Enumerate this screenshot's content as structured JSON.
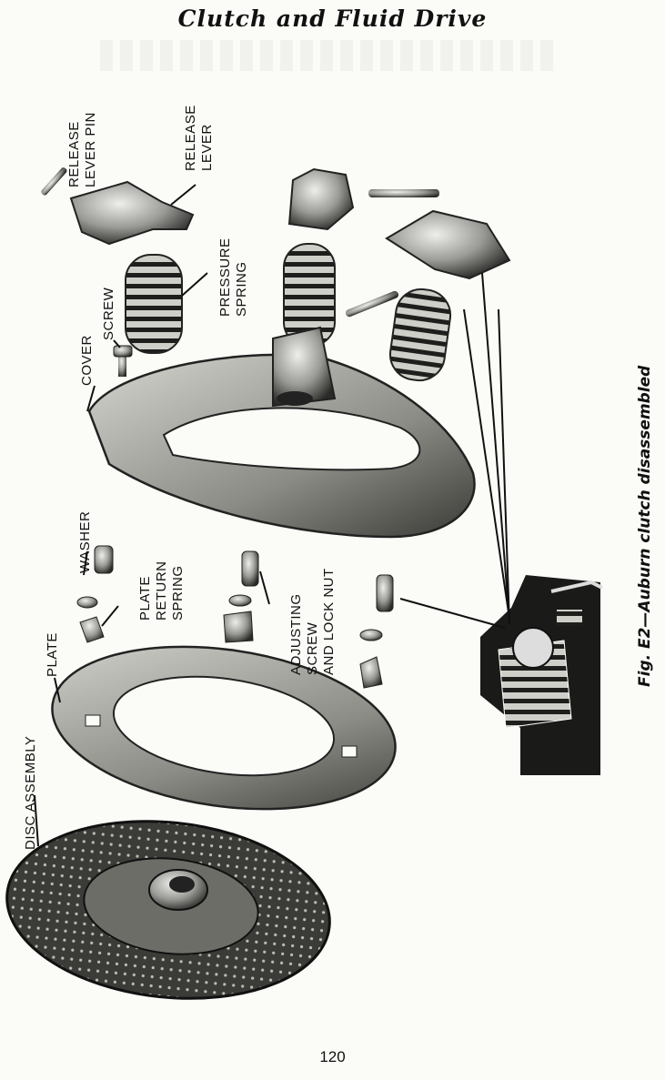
{
  "page": {
    "header": "Clutch and Fluid Drive",
    "page_number": "120"
  },
  "figure": {
    "caption": "Fig. E2—Auburn clutch disassembled",
    "labels": {
      "release_lever_pin": [
        "RELEASE",
        "LEVER PIN"
      ],
      "release_lever": [
        "RELEASE",
        "LEVER"
      ],
      "pressure_spring": [
        "PRESSURE",
        "SPRING"
      ],
      "screw": "SCREW",
      "cover": "COVER",
      "washer": "WASHER",
      "plate_return_spring": [
        "PLATE",
        "RETURN",
        "SPRING"
      ],
      "adjusting_screw": [
        "ADJUSTING",
        "SCREW",
        "AND LOCK NUT"
      ],
      "plate": "PLATE",
      "disc_assembly": "DISC ASSEMBLY"
    }
  }
}
